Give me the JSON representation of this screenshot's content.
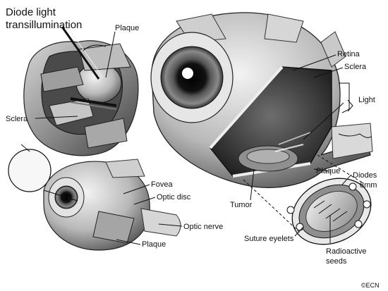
{
  "title_lines": [
    "Diode light",
    "transillumination"
  ],
  "labels": {
    "plaque_top": "Plaque",
    "sclera_left": "Sclera",
    "retina": "Retina",
    "sclera_right": "Sclera",
    "light": "Light",
    "fovea": "Fovea",
    "optic_disc": "Optic disc",
    "optic_nerve": "Optic nerve",
    "plaque_bottom": "Plaque",
    "plaque_right": "Plaque",
    "diodes_line1": "Diodes",
    "diodes_line2": "8mm",
    "tumor": "Tumor",
    "suture_eyelets": "Suture eyelets",
    "radioactive_line1": "Radioactive",
    "radioactive_line2": "seeds"
  },
  "credit": "©ECN",
  "colors": {
    "ink": "#111111",
    "paper": "#ffffff",
    "shade": "#7a7a7a"
  }
}
